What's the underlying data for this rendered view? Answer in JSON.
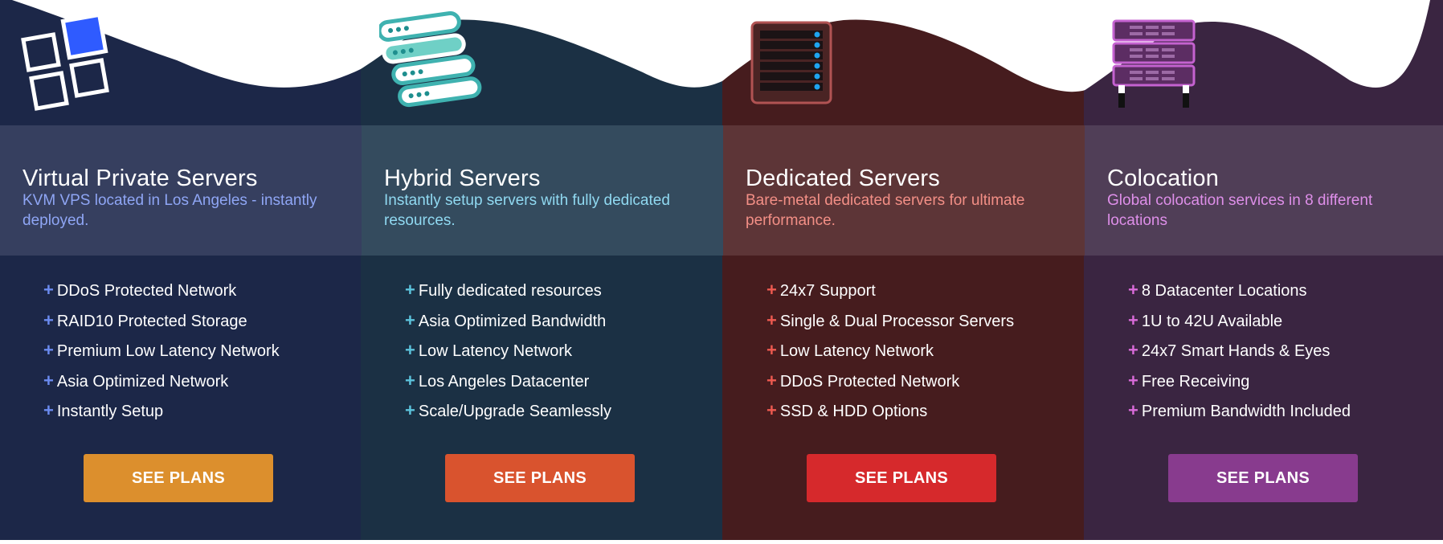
{
  "columns": [
    {
      "title": "Virtual Private Servers",
      "description": "KVM VPS located in Los Angeles - instantly deployed.",
      "features": [
        "DDoS Protected Network",
        "RAID10 Protected Storage",
        "Premium Low Latency Network",
        "Asia Optimized Network",
        "Instantly Setup"
      ],
      "button_label": "SEE PLANS",
      "icon": "vps-grid-icon",
      "colors": {
        "bg": "#1c2748",
        "band": "#363f5f",
        "desc": "#8fa6f5",
        "plus": "#6b8bf0",
        "button": "#dc8f2d"
      }
    },
    {
      "title": "Hybrid Servers",
      "description": "Instantly setup servers with fully dedicated resources.",
      "features": [
        "Fully dedicated resources",
        "Asia Optimized Bandwidth",
        "Low Latency Network",
        "Los Angeles Datacenter",
        "Scale/Upgrade Seamlessly"
      ],
      "button_label": "SEE PLANS",
      "icon": "hybrid-server-stack-icon",
      "colors": {
        "bg": "#1b3044",
        "band": "#344b5e",
        "desc": "#90d9f1",
        "plus": "#5cc3dc",
        "button": "#d9532e"
      }
    },
    {
      "title": "Dedicated Servers",
      "description": "Bare-metal dedicated servers for ultimate performance.",
      "features": [
        "24x7 Support",
        "Single & Dual Processor Servers",
        "Low Latency Network",
        "DDoS Protected Network",
        "SSD & HDD Options"
      ],
      "button_label": "SEE PLANS",
      "icon": "dedicated-server-icon",
      "colors": {
        "bg": "#461c1e",
        "band": "#5d3537",
        "desc": "#f38f86",
        "plus": "#ee5a50",
        "button": "#d6292c"
      }
    },
    {
      "title": "Colocation",
      "description": "Global colocation services in 8 different locations",
      "features": [
        "8 Datacenter Locations",
        "1U to 42U Available",
        "24x7 Smart Hands & Eyes",
        "Free Receiving",
        "Premium Bandwidth Included"
      ],
      "button_label": "SEE PLANS",
      "icon": "colocation-rack-icon",
      "colors": {
        "bg": "#3a2541",
        "band": "#503e57",
        "desc": "#de8fe9",
        "plus": "#d96bd9",
        "button": "#883b8e"
      }
    }
  ]
}
